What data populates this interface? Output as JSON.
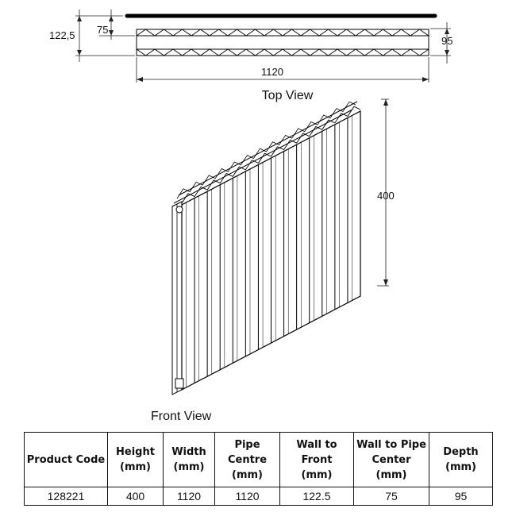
{
  "top_view": {
    "title": "Top View",
    "dims": {
      "total_depth": "122,5",
      "pipe_offset": "75",
      "panel_depth": "95",
      "width": "1120"
    }
  },
  "front_view": {
    "title": "Front View",
    "dims": {
      "height": "400"
    }
  },
  "table": {
    "headers": [
      [
        "Product  Code"
      ],
      [
        "Height",
        "(mm)"
      ],
      [
        "Width",
        "(mm)"
      ],
      [
        "Pipe Centre",
        "(mm)"
      ],
      [
        "Wall to",
        "Front",
        "(mm)"
      ],
      [
        "Wall to Pipe",
        "Center",
        "(mm)"
      ],
      [
        "Depth",
        "(mm)"
      ]
    ],
    "row": [
      "128221",
      "400",
      "1120",
      "1120",
      "122.5",
      "75",
      "95"
    ]
  }
}
